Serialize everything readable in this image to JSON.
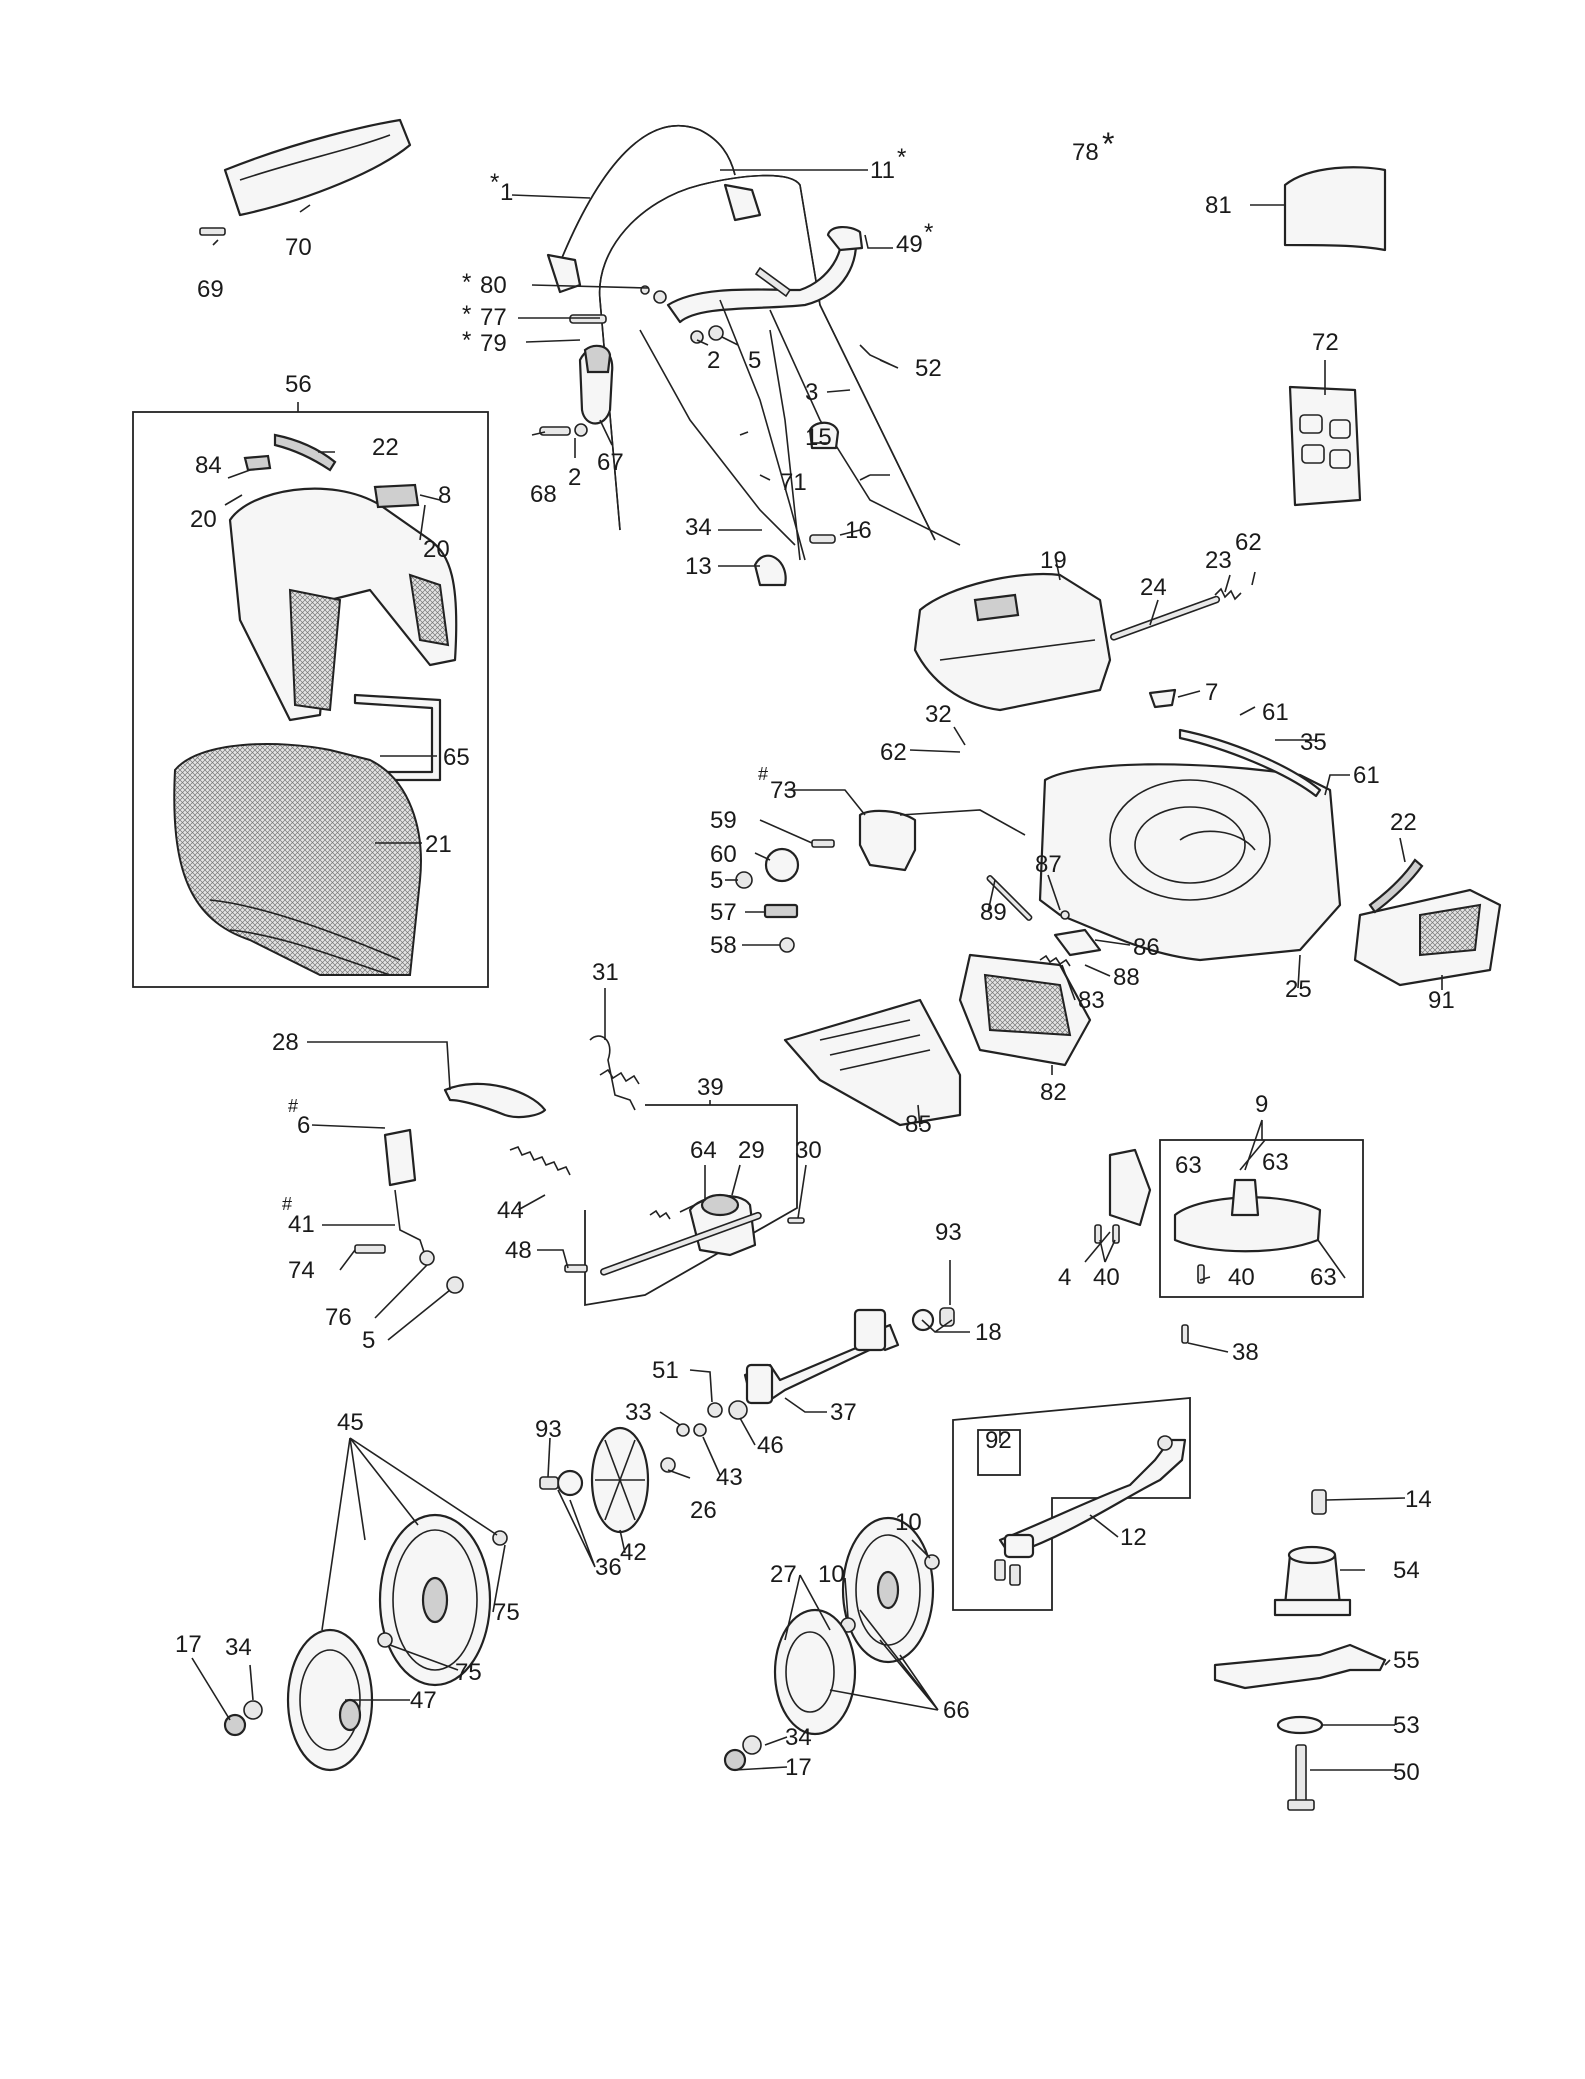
{
  "callouts": {
    "c1": "1",
    "c11": "11",
    "c78": "78",
    "c81": "81",
    "c49": "49",
    "c70": "70",
    "c69": "69",
    "c80": "80",
    "c77": "77",
    "c79": "79",
    "c2a": "2",
    "c5a": "5",
    "c52": "52",
    "c3": "3",
    "c72": "72",
    "c56": "56",
    "c22a": "22",
    "c84": "84",
    "c20a": "20",
    "c8": "8",
    "c20b": "20",
    "c68": "68",
    "c2b": "2",
    "c67": "67",
    "c15": "15",
    "c71": "71",
    "c34a": "34",
    "c16": "16",
    "c13": "13",
    "c19": "19",
    "c23": "23",
    "c62a": "62",
    "c24": "24",
    "c65": "65",
    "c21": "21",
    "c7": "7",
    "c32": "32",
    "c62b": "62",
    "c61a": "61",
    "c35": "35",
    "c61b": "61",
    "c73": "73",
    "c59": "59",
    "c60": "60",
    "c5b": "5",
    "c57": "57",
    "c58": "58",
    "c87": "87",
    "c89": "89",
    "c86": "86",
    "c88": "88",
    "c83": "83",
    "c22b": "22",
    "c25": "25",
    "c91": "91",
    "c31": "31",
    "c28": "28",
    "c39": "39",
    "c64": "64",
    "c29": "29",
    "c30": "30",
    "c6": "6",
    "c85": "85",
    "c82": "82",
    "c9": "9",
    "c63a": "63",
    "c63b": "63",
    "c44": "44",
    "c41": "41",
    "c48": "48",
    "c74": "74",
    "c76": "76",
    "c5c": "5",
    "c93a": "93",
    "c18": "18",
    "c4": "4",
    "c40a": "40",
    "c40b": "40",
    "c63c": "63",
    "c38": "38",
    "c51": "51",
    "c37": "37",
    "c33": "33",
    "c46": "46",
    "c43": "43",
    "c45": "45",
    "c93b": "93",
    "c92": "92",
    "c26": "26",
    "c14": "14",
    "c12": "12",
    "c75a": "75",
    "c42": "42",
    "c36": "36",
    "c10a": "10",
    "c54": "54",
    "c27": "27",
    "c10b": "10",
    "c75b": "75",
    "c17a": "17",
    "c34b": "34",
    "c55": "55",
    "c47": "47",
    "c66": "66",
    "c53": "53",
    "c34c": "34",
    "c50": "50",
    "c17b": "17"
  },
  "marks": {
    "star": "*",
    "hash": "#"
  }
}
